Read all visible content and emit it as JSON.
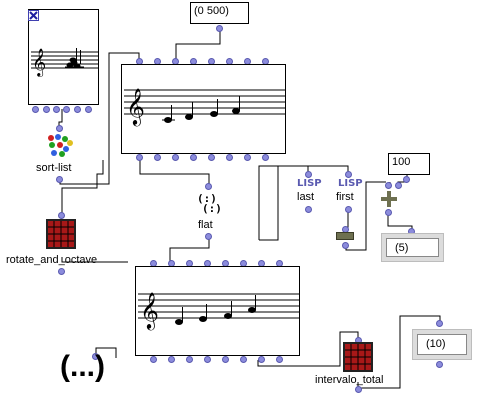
{
  "boxes": {
    "sort_list": {
      "label": "sort-list"
    },
    "rotate_and_octave": {
      "label": "rotate_and_octave"
    },
    "flat": {
      "label": "flat"
    },
    "last": {
      "label": "last",
      "badge": "LISP"
    },
    "first": {
      "label": "first",
      "badge": "LISP"
    },
    "intervalo_total": {
      "label": "intervalo_total"
    },
    "list_input": {
      "value": "(0 500)"
    },
    "number_input": {
      "value": "100"
    },
    "result_1": {
      "value": "(5)"
    },
    "result_2": {
      "value": "(10)"
    },
    "ellipsis": {
      "value": "(...)"
    }
  },
  "icons": {
    "sort_list": "colored-dots-icon",
    "rotate_and_octave": "red-grid-icon",
    "intervalo_total": "red-grid-icon",
    "flat": "flat-brackets-icon",
    "plus": "plus-icon",
    "close": "close-x-icon",
    "first_out": "olive-rect-icon"
  },
  "colors": {
    "port": "#8c8cdc",
    "wire": "#000000",
    "grid_red": "#a81818",
    "grey_frame": "#dcdcdc"
  }
}
